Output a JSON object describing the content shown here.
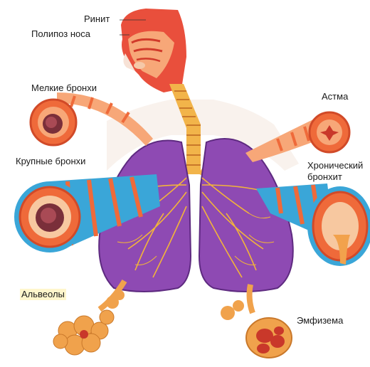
{
  "labels": {
    "rinit": "Ринит",
    "polypoz": "Полипоз носа",
    "melkie": "Мелкие бронхи",
    "krupnye": "Крупные бронхи",
    "alveoly": "Альвеолы",
    "astma": "Астма",
    "hron_1": "Хронический",
    "hron_2": "бронхит",
    "emfizema": "Эмфизема"
  },
  "colors": {
    "lung": "#8e4ab3",
    "lung_dark": "#5e2a80",
    "vessel": "#f2b43a",
    "tissue": "#ef6a3a",
    "tissue_light": "#f7a778",
    "bronchus_blue": "#3aa6d8",
    "trachea": "#f2b44a",
    "skin": "#f7e2d6",
    "alveoli": "#f0a24c"
  }
}
